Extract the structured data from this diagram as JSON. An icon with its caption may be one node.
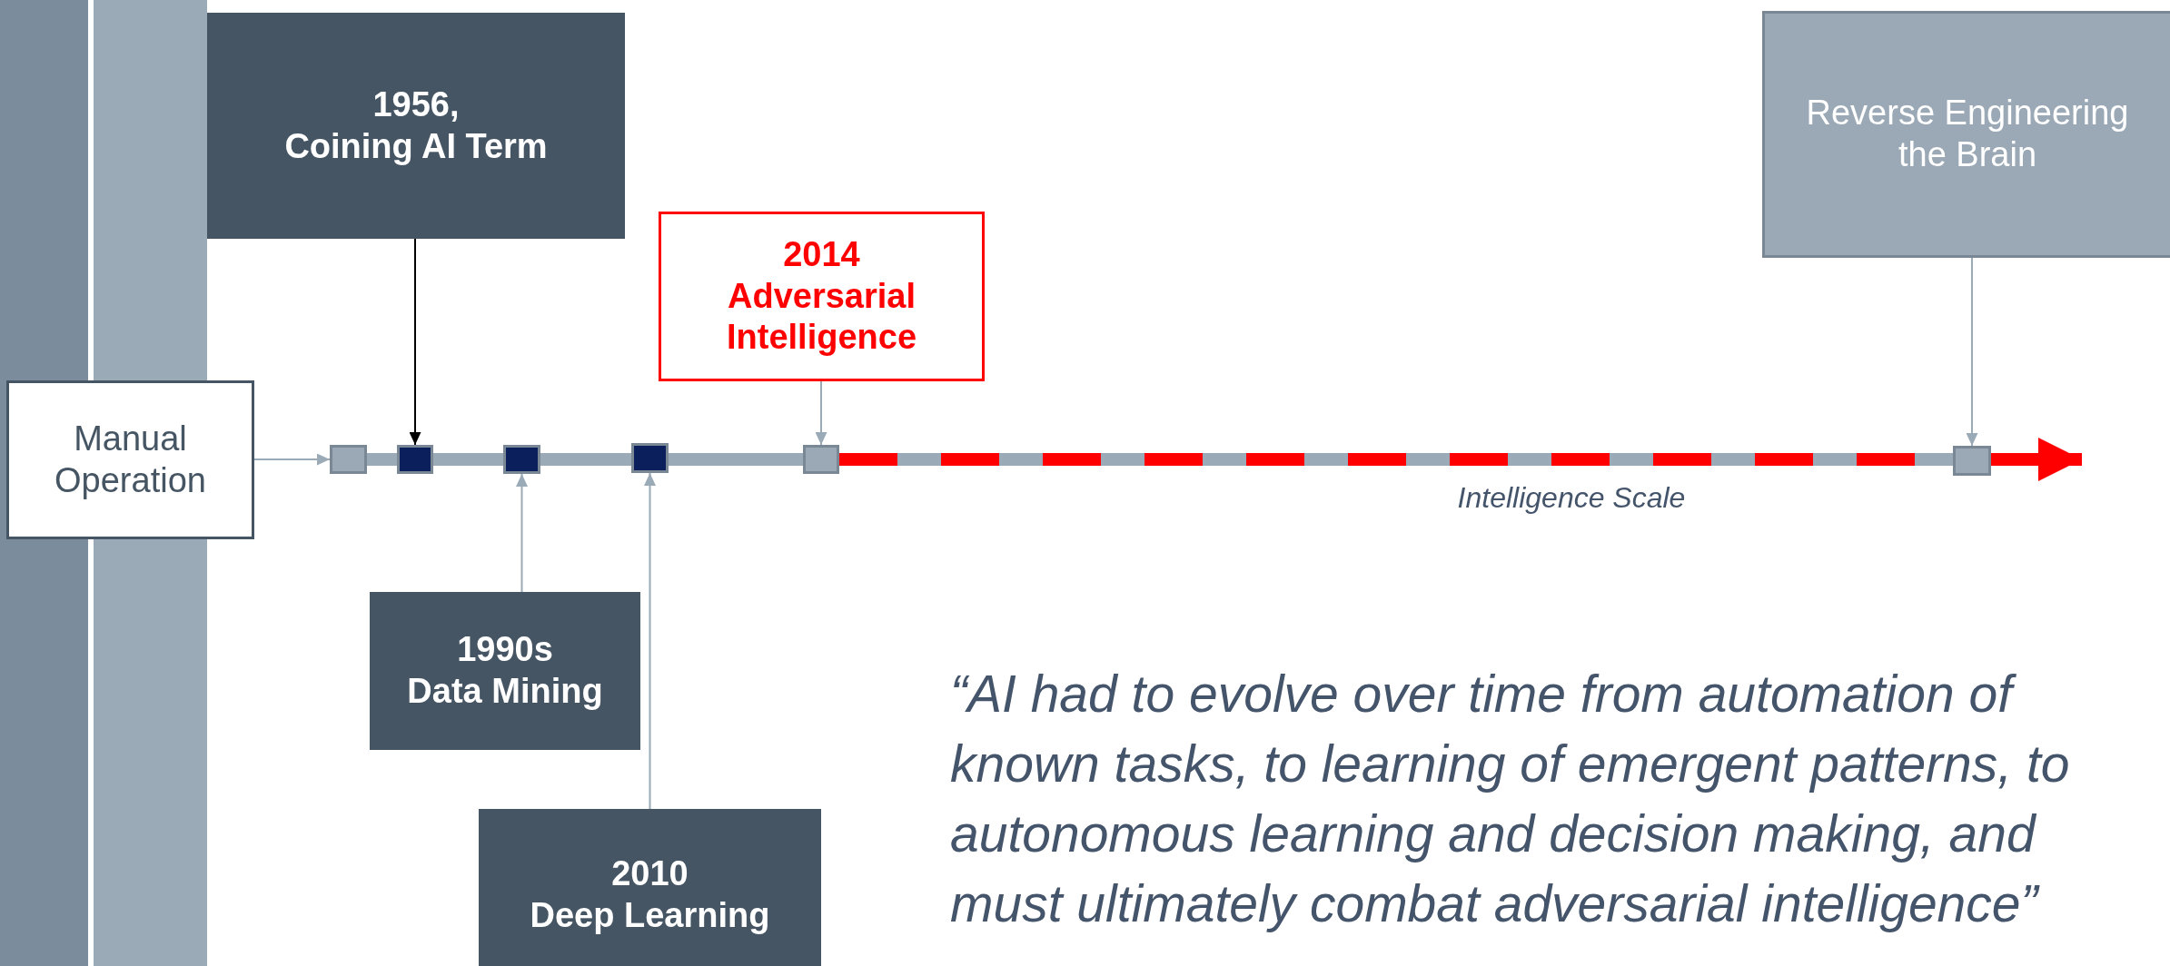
{
  "diagram": {
    "nodes": [
      {
        "text": [
          "1956,",
          "Coining AI Term"
        ]
      },
      {
        "text": [
          "2014",
          "Adversarial Intelligence"
        ]
      },
      {
        "text": [
          "Reverse Engineering the Brain"
        ]
      },
      {
        "text": [
          "Manual Operation"
        ]
      },
      {
        "text": [],
        "shape": "box"
      },
      {
        "text": [],
        "shape": "box"
      },
      {
        "text": [],
        "shape": "box"
      },
      {
        "text": [],
        "shape": "box"
      },
      {
        "text": [],
        "shape": "box"
      },
      {
        "text": [],
        "shape": "box"
      },
      {
        "text": [
          "1990s",
          "Data Mining"
        ]
      },
      {
        "text": [
          "2010",
          "Deep Learning"
        ]
      }
    ],
    "edges": [
      {
        "from": 3,
        "to": 4,
        "arrow": "to"
      },
      {
        "from": 0,
        "to": 5,
        "arrow": "to",
        "color": "#000000"
      },
      {
        "from": 10,
        "to": 6,
        "arrow": "to"
      },
      {
        "from": 11,
        "to": 7,
        "arrow": "to"
      },
      {
        "from": 1,
        "to": 8,
        "arrow": "to"
      },
      {
        "from": 2,
        "to": 9,
        "arrow": "to"
      },
      {
        "from": 4,
        "to": 5,
        "arrow": "none",
        "style": "thick"
      },
      {
        "from": 5,
        "to": 6,
        "arrow": "none",
        "style": "thick"
      },
      {
        "from": 6,
        "to": 7,
        "arrow": "none",
        "style": "thick"
      },
      {
        "from": 7,
        "to": 8,
        "arrow": "none",
        "style": "thick"
      },
      {
        "from": 8,
        "to": 9,
        "arrow": "none",
        "style": "dashed",
        "color": "#ff0000"
      },
      {
        "from": 9,
        "to": null,
        "arrow": "to",
        "style": "thick",
        "color": "#ff0000"
      }
    ],
    "labels": [
      "Intelligence Scale",
      "“AI had to evolve over time from automation of known tasks, to learning of emergent patterns, to autonomous learning and decision making, and must ultimately combat adversarial intelligence”"
    ]
  }
}
